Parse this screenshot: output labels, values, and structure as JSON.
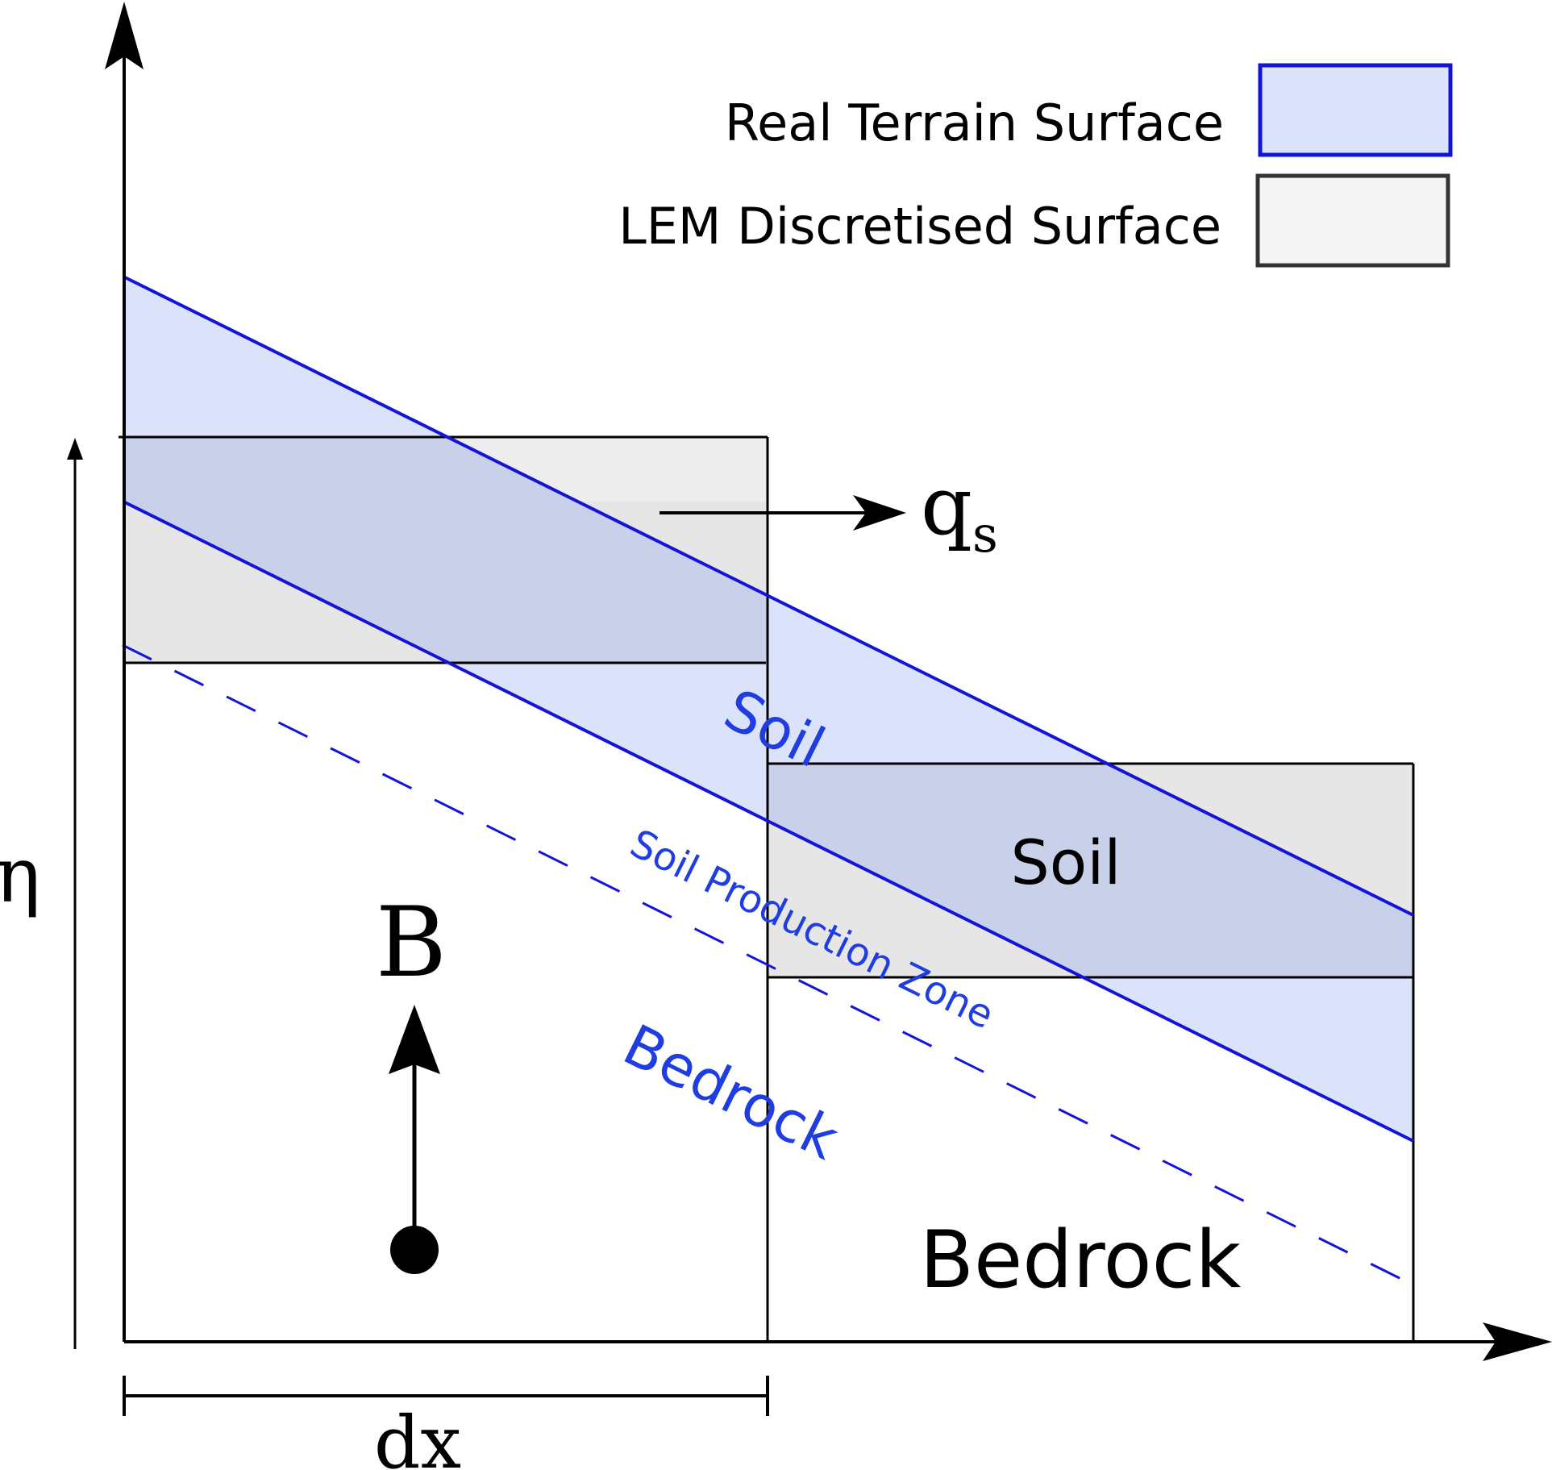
{
  "legend": {
    "real_label": "Real Terrain Surface",
    "lem_label": "LEM Discretised Surface"
  },
  "labels": {
    "qs_main": "q",
    "qs_sub": "s",
    "eta": "η",
    "uplift": "B",
    "dx": "dx",
    "soil_real": "Soil",
    "soil_lem": "Soil",
    "spz": "Soil Production Zone",
    "bedrock_real": "Bedrock",
    "bedrock_lem": "Bedrock"
  },
  "colors": {
    "real_fill": "#dbe3fb",
    "real_stroke": "#1414d8",
    "lem_fill": "#e6e6e6",
    "lem_legend_fill": "#f4f4f4",
    "lem_stroke": "#333333",
    "overlap_fill": "#c9d1ea",
    "real_text": "#1f3de0",
    "ink": "#000000"
  }
}
